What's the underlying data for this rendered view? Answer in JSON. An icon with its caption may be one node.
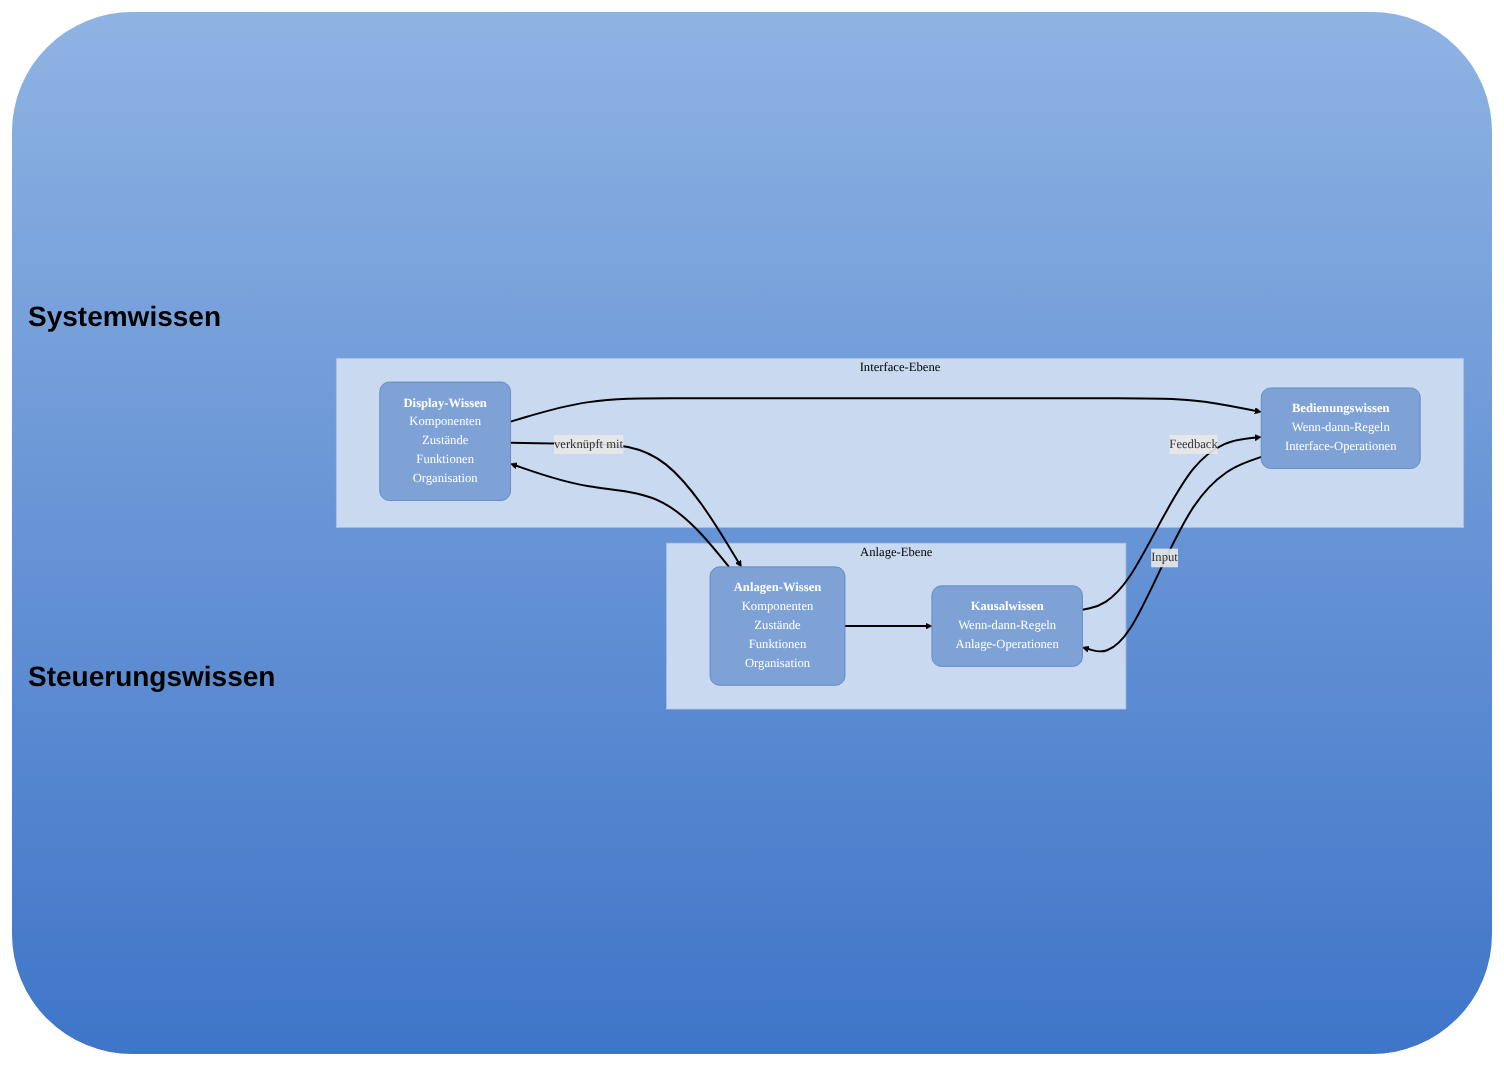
{
  "diagram": {
    "nodes": [
      {
        "text": [
          "Interface-Ebene"
        ]
      },
      {
        "text": [
          "Display-Wissen",
          "Komponenten",
          "Zustände",
          "Funktionen",
          "Organisation"
        ],
        "in": 0
      },
      {
        "text": [
          "Bedienungswissen",
          "Wenn-dann-Regeln",
          "Interface-Operationen"
        ],
        "in": 0
      },
      {
        "text": [
          "Anlage-Ebene"
        ]
      },
      {
        "text": [
          "Anlagen-Wissen",
          "Komponenten",
          "Zustände",
          "Funktionen",
          "Organisation"
        ],
        "in": 3
      },
      {
        "text": [
          "Kausalwissen",
          "Wenn-dann-Regeln",
          "Anlage-Operationen"
        ],
        "in": 3
      }
    ],
    "edges": [
      {
        "from": 1,
        "to": 4,
        "arrow": "to",
        "label": "verknüpft mit"
      },
      {
        "from": 4,
        "to": 1,
        "arrow": "to"
      },
      {
        "from": 1,
        "to": 2,
        "arrow": "to"
      },
      {
        "from": 4,
        "to": 5,
        "arrow": "to"
      },
      {
        "from": 2,
        "to": 5,
        "arrow": "to",
        "label": "Input"
      },
      {
        "from": 5,
        "to": 2,
        "arrow": "to",
        "label": "Feedback"
      }
    ],
    "labels": [
      "Systemwissen",
      "Steuerungswissen"
    ]
  }
}
